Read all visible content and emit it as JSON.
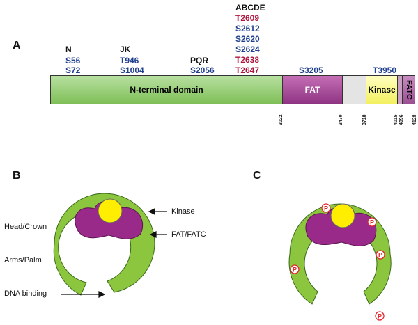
{
  "panels": {
    "a": "A",
    "b": "B",
    "c": "C"
  },
  "site_groups": [
    {
      "head": "N",
      "sites": [
        {
          "label": "S56",
          "color": "blue"
        },
        {
          "label": "S72",
          "color": "blue"
        }
      ]
    },
    {
      "head": "JK",
      "sites": [
        {
          "label": "T946",
          "color": "blue"
        },
        {
          "label": "S1004",
          "color": "blue"
        }
      ]
    },
    {
      "head": "PQR",
      "sites": [
        {
          "label": "S2056",
          "color": "blue"
        }
      ]
    },
    {
      "head": "ABCDE",
      "sites": [
        {
          "label": "T2609",
          "color": "red"
        },
        {
          "label": "S2612",
          "color": "blue"
        },
        {
          "label": "S2620",
          "color": "blue"
        },
        {
          "label": "S2624",
          "color": "blue"
        },
        {
          "label": "T2638",
          "color": "red"
        },
        {
          "label": "T2647",
          "color": "red"
        }
      ]
    },
    {
      "head": "",
      "sites": [
        {
          "label": "S3205",
          "color": "blue"
        }
      ]
    },
    {
      "head": "",
      "sites": [
        {
          "label": "T3950",
          "color": "blue"
        }
      ]
    }
  ],
  "domains": {
    "n_terminal": "N-terminal domain",
    "fat": "FAT",
    "kinase": "Kinase",
    "fatc": "FATC"
  },
  "coordinates": [
    "3022",
    "3470",
    "3718",
    "4015",
    "4096",
    "4128"
  ],
  "structure_labels": {
    "kinase": "Kinase",
    "head_crown": "Head/Crown",
    "fat_fatc": "FAT/FATC",
    "arms_palm": "Arms/Palm",
    "dna_binding": "DNA binding"
  },
  "phospho_symbol": "P",
  "colors": {
    "n_terminal": "#8cc56a",
    "fat": "#a64596",
    "gap": "#e6e6e6",
    "kinase": "#ffff88",
    "fatc": "#b070a8",
    "crown_yellow": "#ffee00",
    "crown_purple": "#9a2a8a",
    "arms_green": "#8cc63f",
    "site_blue": "#1f3f8f",
    "site_red": "#b0173f",
    "phospho_red": "#e8232a"
  }
}
